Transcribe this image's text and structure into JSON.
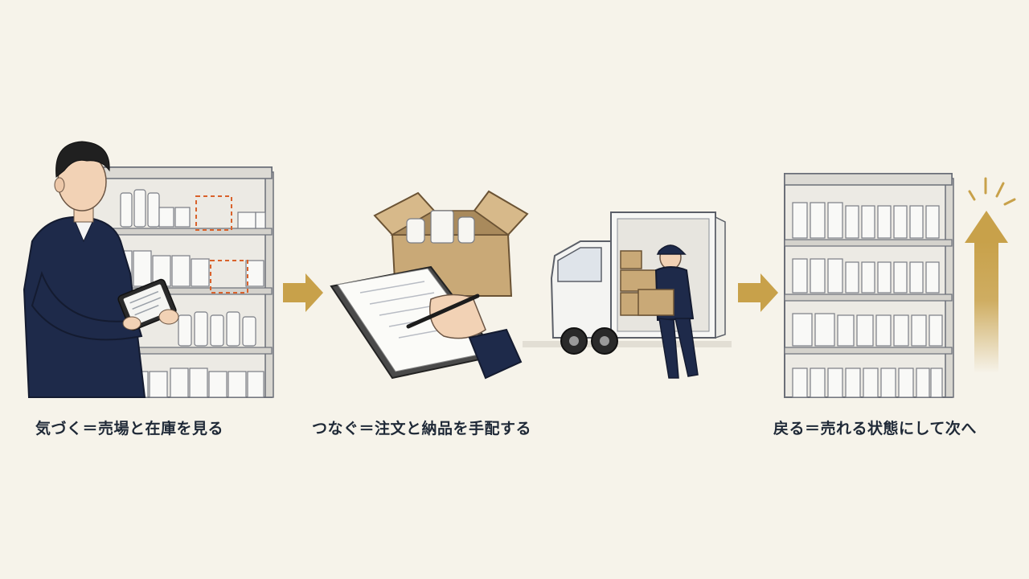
{
  "steps": [
    {
      "caption": "気づく＝売場と在庫を見る",
      "scene": "inspect-shelf-with-tablet"
    },
    {
      "caption": "つなぐ＝注文と納品を手配する",
      "scene": "order-and-delivery"
    },
    {
      "caption": "戻る＝売れる状態にして次へ",
      "scene": "restocked-shelf-rising"
    }
  ],
  "colors": {
    "background": "#f6f3ea",
    "arrow": "#c8a14a",
    "suit": "#1e2a4a",
    "box": "#c9a977",
    "highlight": "#d9622b",
    "caption": "#1f2937"
  },
  "icons": [
    "right-arrow-icon",
    "up-arrow-icon",
    "burst-lines-icon"
  ]
}
